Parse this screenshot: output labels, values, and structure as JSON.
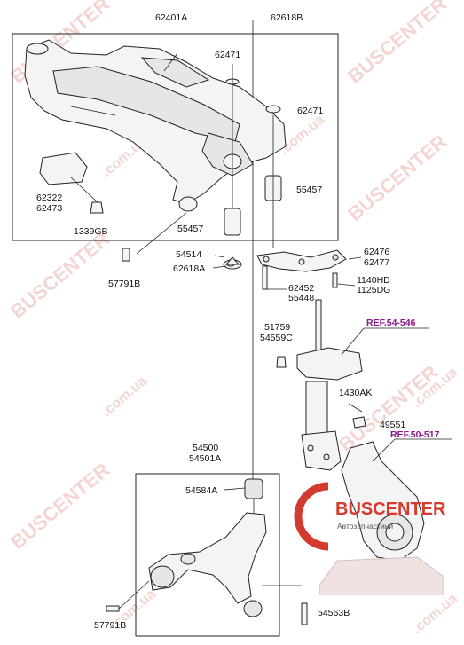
{
  "labels": {
    "l62401A": "62401A",
    "l62618B": "62618B",
    "l62471a": "62471",
    "l62471b": "62471",
    "l62322": "62322",
    "l62473": "62473",
    "l1339GB": "1339GB",
    "l55457a": "55457",
    "l55457b": "55457",
    "l54514": "54514",
    "l62618A": "62618A",
    "l57791Ba": "57791B",
    "l62476": "62476",
    "l62477": "62477",
    "l62452": "62452",
    "l55448": "55448",
    "l1140HD": "1140HD",
    "l1125DG": "1125DG",
    "l51759": "51759",
    "l54559C": "54559C",
    "l1430AK": "1430AK",
    "l49551": "49551",
    "l54500": "54500",
    "l54501A": "54501A",
    "l54584A": "54584A",
    "l57791Bb": "57791B",
    "l54563B": "54563B"
  },
  "refs": {
    "r1": "REF.54-546",
    "r2": "REF.50-517"
  },
  "watermark": {
    "brand": "BUSCENTER",
    "domain": ".com.ua",
    "logo_name": "BUSCENTER",
    "logo_tagline": "Автозапчастини"
  },
  "colors": {
    "ref": "#8a1a8a",
    "watermark": "#e8a4a0",
    "logo": "#d43a2e"
  }
}
